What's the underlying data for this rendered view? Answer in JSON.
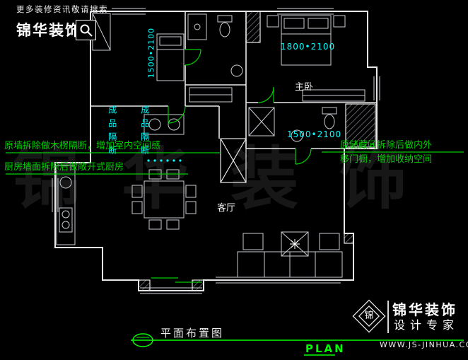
{
  "header": {
    "tagline": "更多装修资讯敬请搜索",
    "brand": "锦华装饰",
    "search_icon": "magnifier"
  },
  "annotations": {
    "wall_left_1": "原墙拆除做木楞隔断，增加室内空间感",
    "wall_left_2": "厨房墙面拆除后做敞开式厨房",
    "storage_right_1": "原储藏间拆除后做内外",
    "storage_right_2": "移门橱，增加收纳空间"
  },
  "dimensions": {
    "bedroom_window": "1500•2100",
    "master_window": "1800•2100",
    "bath_window": "1500•2100"
  },
  "rooms": {
    "master_bedroom": "主卧",
    "living_room": "客厅",
    "partition_a": "成品隔断",
    "partition_b": "成品隔断"
  },
  "watermark": "锦华装饰",
  "footer": {
    "title": "平面布置图",
    "plan": "PLAN"
  },
  "brand_panel": {
    "logo_char": "锦",
    "name": "锦华装饰",
    "tagline": "设计专家",
    "website": "WWW.JS-JINHUA.COM"
  },
  "colors": {
    "background": "#000000",
    "wall": "#e8e8e8",
    "dimension": "#00ffff",
    "annotation": "#00cc00",
    "accent": "#00ff00"
  }
}
